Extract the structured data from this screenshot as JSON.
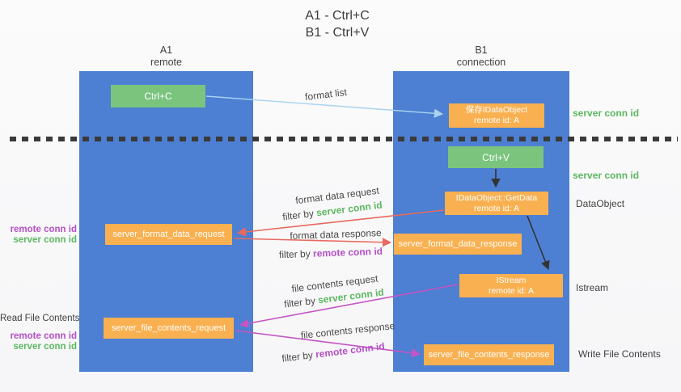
{
  "title": {
    "line1": "A1 - Ctrl+C",
    "line2": "B1 - Ctrl+V"
  },
  "columns": {
    "a": {
      "name": "A1",
      "subtitle": "remote"
    },
    "b": {
      "name": "B1",
      "subtitle": "connection"
    }
  },
  "nodes": {
    "ctrl_c": {
      "label": "Ctrl+C"
    },
    "save_idataobject": {
      "line1": "保存IDataObject",
      "line2": "remote id: A"
    },
    "ctrl_v": {
      "label": "Ctrl+V"
    },
    "getdata": {
      "line1": "IDataObject::GetData",
      "line2": "remote id: A"
    },
    "format_request": {
      "label": "server_format_data_request"
    },
    "format_response": {
      "label": "server_format_data_response"
    },
    "istream": {
      "line1": "IStream",
      "line2": "remote id: A"
    },
    "file_request": {
      "label": "server_file_contents_request"
    },
    "file_response": {
      "label": "server_file_contents_response"
    }
  },
  "edge_labels": {
    "format_list": "format list",
    "format_data_request": "format data request",
    "format_data_response": "format data response",
    "file_contents_request": "file contents request",
    "file_contents_response": "file contents response",
    "filter_by": "filter by",
    "server_conn_id": "server conn id",
    "remote_conn_id": "remote conn id"
  },
  "side_labels": {
    "right": {
      "server_conn_id_top": "server conn id",
      "server_conn_id_mid": "server conn id",
      "dataobject": "DataObject",
      "istream": "Istream",
      "write_file_contents": "Write File Contents"
    },
    "left": {
      "remote_conn_id_top": "remote conn id",
      "server_conn_id_top": "server conn id",
      "read_file_contents": "Read File Contents",
      "remote_conn_id_bottom": "remote conn id",
      "server_conn_id_bottom": "server conn id"
    }
  },
  "colors": {
    "column_blue": "#4d7fd2",
    "box_green": "#7ac47e",
    "box_orange": "#f9b050",
    "arrow_blue": "#a9d3f0",
    "arrow_red": "#e8695e",
    "arrow_magenta": "#c455c4",
    "arrow_black": "#333333",
    "conn_green": "#5cb860",
    "conn_purple": "#b44fc4",
    "dash_line": "#3a3a3a"
  }
}
